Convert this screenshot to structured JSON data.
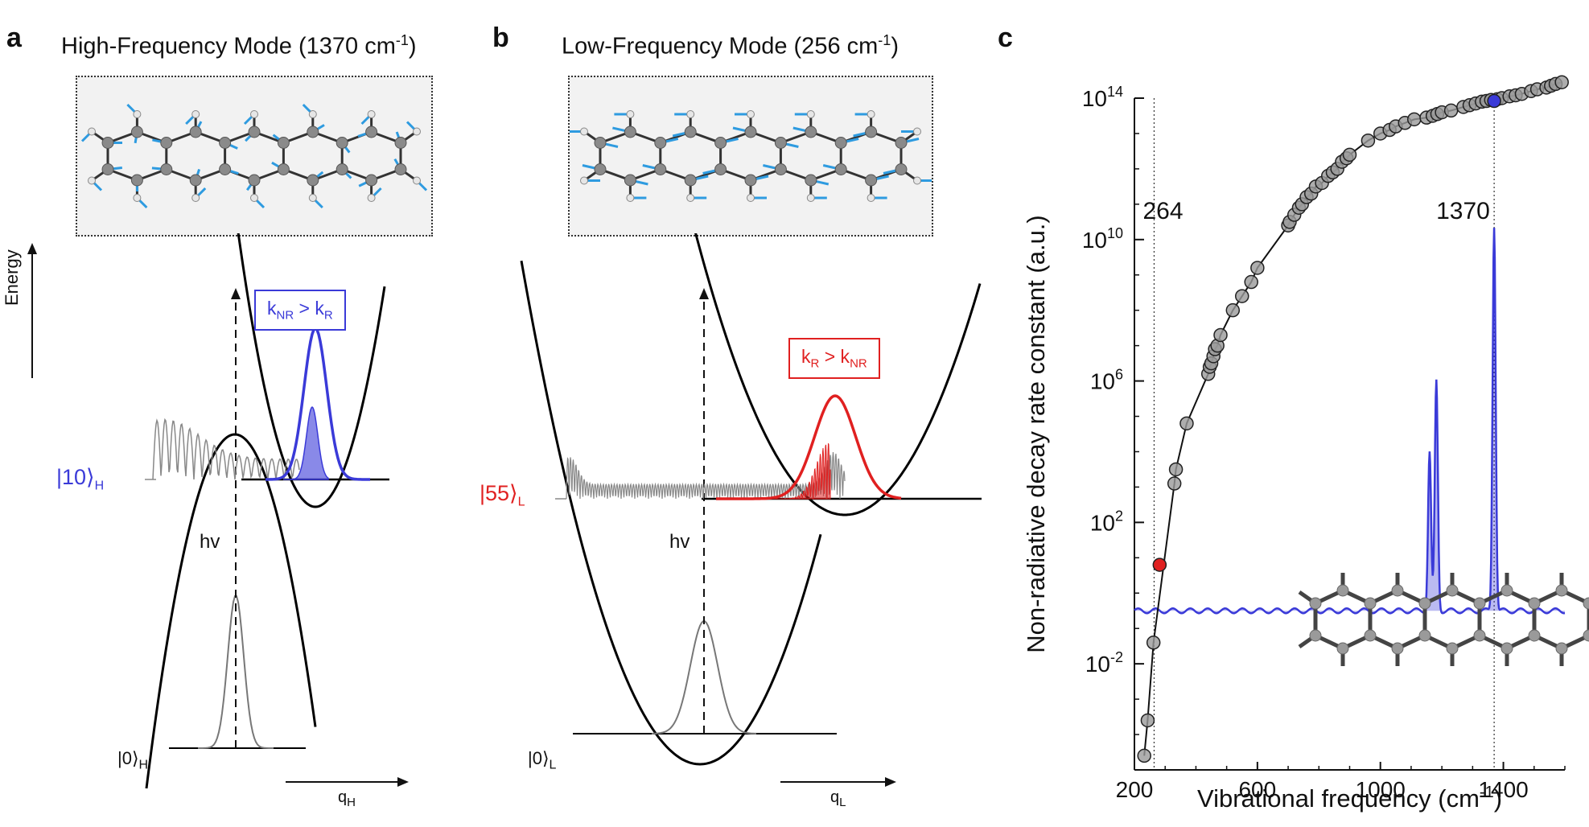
{
  "panel_a": {
    "label": "a",
    "title": "High-Frequency Mode (1370 cm",
    "title_sup": "-1",
    "title_end": ")",
    "energy_label": "Energy",
    "rate_box": {
      "main1": "k",
      "sub1": "NR",
      "mid": " > k",
      "sub2": "R"
    },
    "excited_ket": {
      "main": "|10⟩",
      "sub": "H"
    },
    "ground_ket": {
      "main": "|0⟩",
      "sub": "H"
    },
    "hv_label": "hv",
    "axis_label": {
      "main": "q",
      "sub": "H"
    }
  },
  "panel_b": {
    "label": "b",
    "title": "Low-Frequency Mode (256 cm",
    "title_sup": "-1",
    "title_end": ")",
    "rate_box": {
      "main1": "k",
      "sub1": "R",
      "mid": " > k",
      "sub2": "NR"
    },
    "excited_ket": {
      "main": "|55⟩",
      "sub": "L"
    },
    "ground_ket": {
      "main": "|0⟩",
      "sub": "L"
    },
    "hv_label": "hv",
    "axis_label": {
      "main": "q",
      "sub": "L"
    }
  },
  "panel_c": {
    "label": "c",
    "ylabel": "Non-radiative decay rate constant (a.u.)",
    "xlabel_main": "Vibrational frequency (cm",
    "xlabel_sup": "-1",
    "xlabel_end": ")",
    "annotation_264": "264",
    "annotation_1370": "1370",
    "x_tick_labels": [
      "200",
      "600",
      "1000",
      "1400"
    ],
    "y_tick_labels": [
      {
        "base": "10",
        "exp": "14"
      },
      {
        "base": "10",
        "exp": "10"
      },
      {
        "base": "10",
        "exp": "6"
      },
      {
        "base": "10",
        "exp": "2"
      },
      {
        "base": "10",
        "exp": "-2"
      }
    ]
  },
  "colors": {
    "blue": "#3a3ad8",
    "red": "#e02020",
    "arrow_blue": "#2e9be0",
    "atom": "#8a8a8a"
  },
  "chart_data": {
    "type": "scatter",
    "xlim": [
      200,
      1600
    ],
    "ylim_log10": [
      -5,
      14
    ],
    "x_ticks": [
      200,
      600,
      1000,
      1400
    ],
    "y_ticks_log10": [
      14,
      10,
      6,
      2,
      -2
    ],
    "vlines": [
      264,
      1370
    ],
    "series": [
      {
        "points": [
          [
            232,
            -4.6
          ],
          [
            243,
            -3.6
          ],
          [
            262,
            -1.4
          ],
          [
            330,
            3.1
          ],
          [
            335,
            3.5
          ],
          [
            370,
            4.8
          ],
          [
            440,
            6.2
          ],
          [
            445,
            6.4
          ],
          [
            450,
            6.5
          ],
          [
            457,
            6.7
          ],
          [
            462,
            6.9
          ],
          [
            470,
            7.0
          ],
          [
            480,
            7.3
          ],
          [
            520,
            8.0
          ],
          [
            550,
            8.4
          ],
          [
            580,
            8.8
          ],
          [
            600,
            9.2
          ],
          [
            700,
            10.4
          ],
          [
            705,
            10.5
          ],
          [
            720,
            10.7
          ],
          [
            735,
            10.9
          ],
          [
            745,
            11.0
          ],
          [
            760,
            11.2
          ],
          [
            775,
            11.3
          ],
          [
            790,
            11.5
          ],
          [
            810,
            11.6
          ],
          [
            830,
            11.8
          ],
          [
            845,
            11.9
          ],
          [
            860,
            12.0
          ],
          [
            875,
            12.2
          ],
          [
            890,
            12.3
          ],
          [
            900,
            12.4
          ],
          [
            960,
            12.8
          ],
          [
            1000,
            13.0
          ],
          [
            1030,
            13.1
          ],
          [
            1050,
            13.2
          ],
          [
            1080,
            13.3
          ],
          [
            1110,
            13.4
          ],
          [
            1150,
            13.45
          ],
          [
            1170,
            13.5
          ],
          [
            1185,
            13.55
          ],
          [
            1200,
            13.6
          ],
          [
            1230,
            13.65
          ],
          [
            1270,
            13.75
          ],
          [
            1290,
            13.8
          ],
          [
            1310,
            13.85
          ],
          [
            1330,
            13.9
          ],
          [
            1345,
            13.92
          ],
          [
            1360,
            13.95
          ],
          [
            1380,
            13.97
          ],
          [
            1395,
            14.0
          ],
          [
            1420,
            14.05
          ],
          [
            1440,
            14.08
          ],
          [
            1460,
            14.12
          ],
          [
            1490,
            14.2
          ],
          [
            1510,
            14.25
          ],
          [
            1540,
            14.3
          ],
          [
            1555,
            14.35
          ],
          [
            1570,
            14.4
          ],
          [
            1590,
            14.45
          ]
        ]
      }
    ],
    "highlighted_points": [
      {
        "x": 282,
        "y_log10": 0.8,
        "color": "#e02020"
      },
      {
        "x": 1370,
        "y_log10": 13.92,
        "color": "#3a3ad8"
      }
    ],
    "spectrum_peaks": [
      {
        "x": 1160,
        "y_log10": 4.0
      },
      {
        "x": 1182,
        "y_log10": 6.0
      },
      {
        "x": 1370,
        "y_log10": 10.4
      }
    ],
    "spectrum_baseline_log10": -0.5
  }
}
